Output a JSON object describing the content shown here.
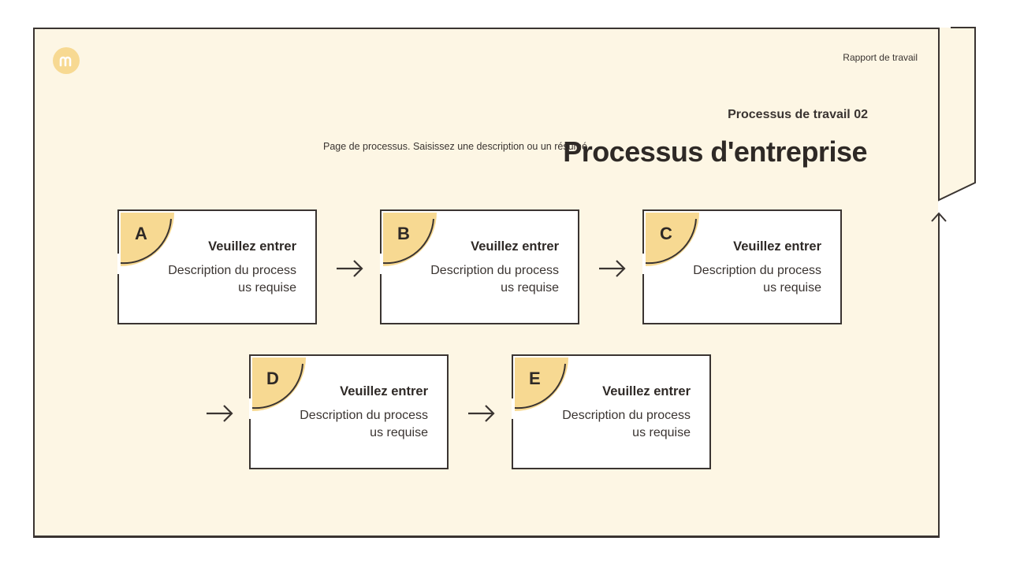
{
  "header": {
    "report_label": "Rapport de travail",
    "process_number": "Processus de travail 02",
    "subtitle": "Page de processus. Saisissez une description ou un résumé.",
    "title": "Processus d'entreprise"
  },
  "colors": {
    "panel_bg": "#fdf6e4",
    "accent": "#f7d992",
    "stroke": "#3a3431"
  },
  "steps": [
    {
      "letter": "A",
      "title": "Veuillez entrer",
      "desc_line1": "Description du process",
      "desc_line2": "us requise"
    },
    {
      "letter": "B",
      "title": "Veuillez entrer",
      "desc_line1": "Description du process",
      "desc_line2": "us requise"
    },
    {
      "letter": "C",
      "title": "Veuillez entrer",
      "desc_line1": "Description du process",
      "desc_line2": "us requise"
    },
    {
      "letter": "D",
      "title": "Veuillez entrer",
      "desc_line1": "Description du process",
      "desc_line2": "us requise"
    },
    {
      "letter": "E",
      "title": "Veuillez entrer",
      "desc_line1": "Description du process",
      "desc_line2": "us requise"
    }
  ],
  "icons": {
    "logo": "logo-m-icon",
    "arrow": "arrow-right-icon"
  }
}
